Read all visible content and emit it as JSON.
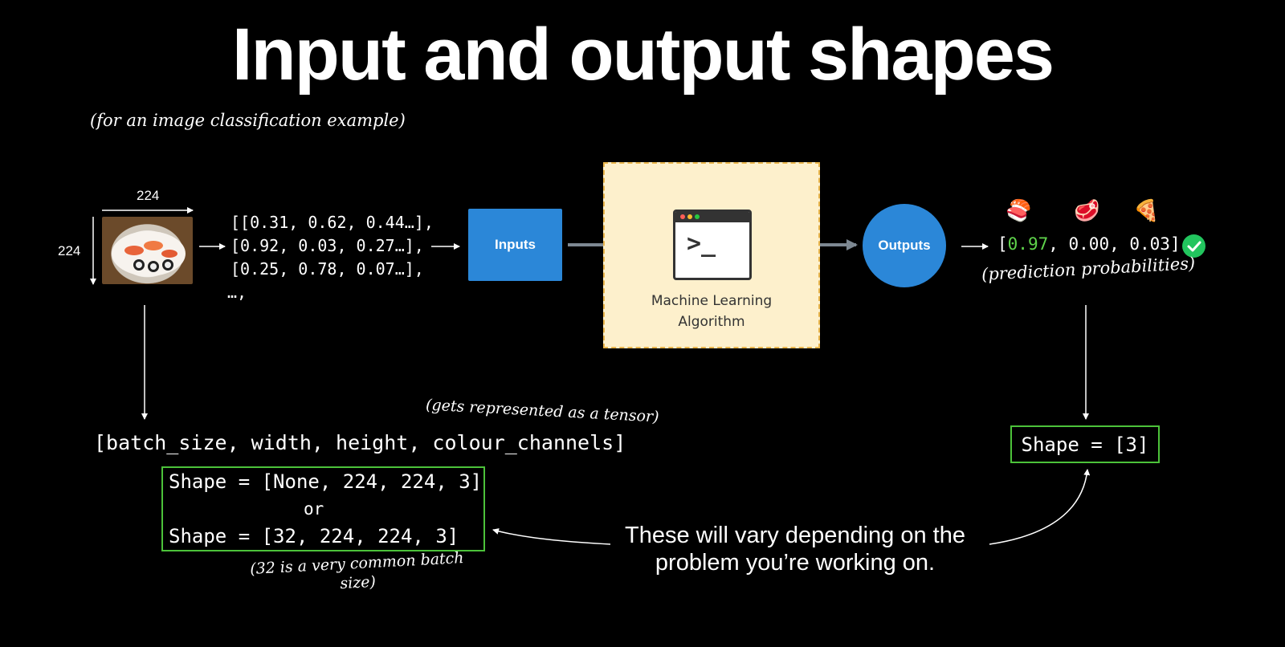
{
  "title": "Input and output shapes",
  "subtitle": "(for an image classification example)",
  "image": {
    "width_label": "224",
    "height_label": "224"
  },
  "tensor": {
    "lines": [
      "[[0.31, 0.62, 0.44…],",
      "[0.92, 0.03, 0.27…],",
      "[0.25, 0.78, 0.07…],",
      "…,"
    ]
  },
  "inputs_label": "Inputs",
  "algorithm": {
    "line1": "Machine Learning",
    "line2": "Algorithm",
    "prompt": ">_"
  },
  "outputs_label": "Outputs",
  "prediction": {
    "emojis": [
      "🍣",
      "🥩",
      "🍕"
    ],
    "open": "[",
    "top_value": "0.97",
    "rest": ", 0.00, 0.03]",
    "label": "(prediction probabilities)"
  },
  "input_shape": {
    "formula": "[batch_size, width, height, colour_channels]",
    "tensor_note": "(gets represented as a tensor)",
    "option1": "Shape = [None, 224, 224, 3]",
    "or": "or",
    "option2": "Shape = [32, 224, 224, 3]",
    "batch_note_line1": "(32 is a very common batch",
    "batch_note_line2": "size)"
  },
  "output_shape": "Shape = [3]",
  "vary_note": {
    "line1": "These will vary depending on the",
    "line2": "problem you’re working on."
  },
  "colors": {
    "accent_blue": "#2b87d8",
    "algorithm_fill": "#fdf0cc",
    "algorithm_border": "#e9b54c",
    "shape_box_border": "#4cc23a",
    "highlight_green": "#5fd34b"
  }
}
